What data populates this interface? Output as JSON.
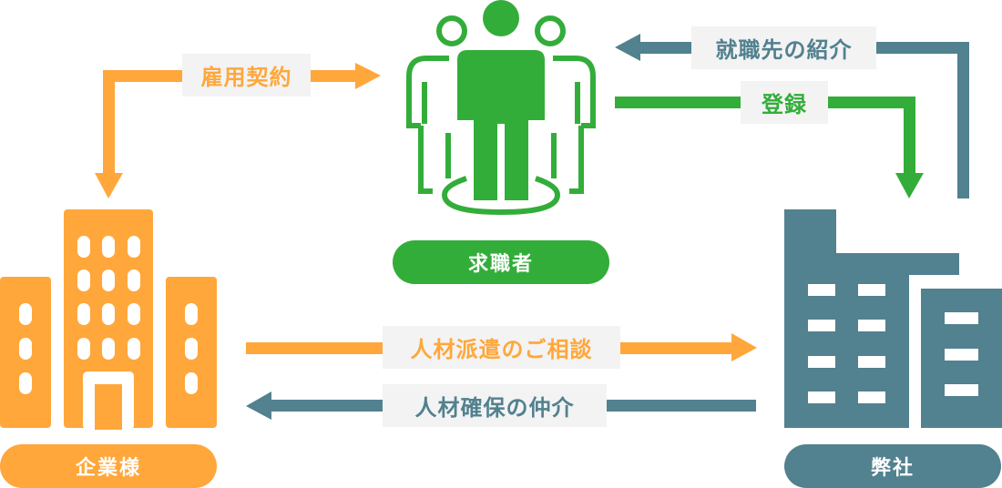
{
  "colors": {
    "orange": "#ffa73b",
    "blue": "#52818f",
    "green": "#33ad3a",
    "label_bg": "#f3f3f3"
  },
  "nodes": {
    "client": {
      "label": "企業様",
      "icon": "office-buildings-icon",
      "color": "#ffa73b"
    },
    "job_seeker": {
      "label": "求職者",
      "icon": "people-group-icon",
      "color": "#33ad3a"
    },
    "our_company": {
      "label": "弊社",
      "icon": "company-building-icon",
      "color": "#52818f"
    }
  },
  "arrows": {
    "employment_contract": {
      "label": "雇用契約",
      "color": "#ffa73b"
    },
    "job_introduction": {
      "label": "就職先の紹介",
      "color": "#52818f"
    },
    "registration": {
      "label": "登録",
      "color": "#33ad3a"
    },
    "staffing_consultation": {
      "label": "人材派遣のご相談",
      "color": "#ffa73b"
    },
    "talent_mediation": {
      "label": "人材確保の仲介",
      "color": "#52818f"
    }
  }
}
